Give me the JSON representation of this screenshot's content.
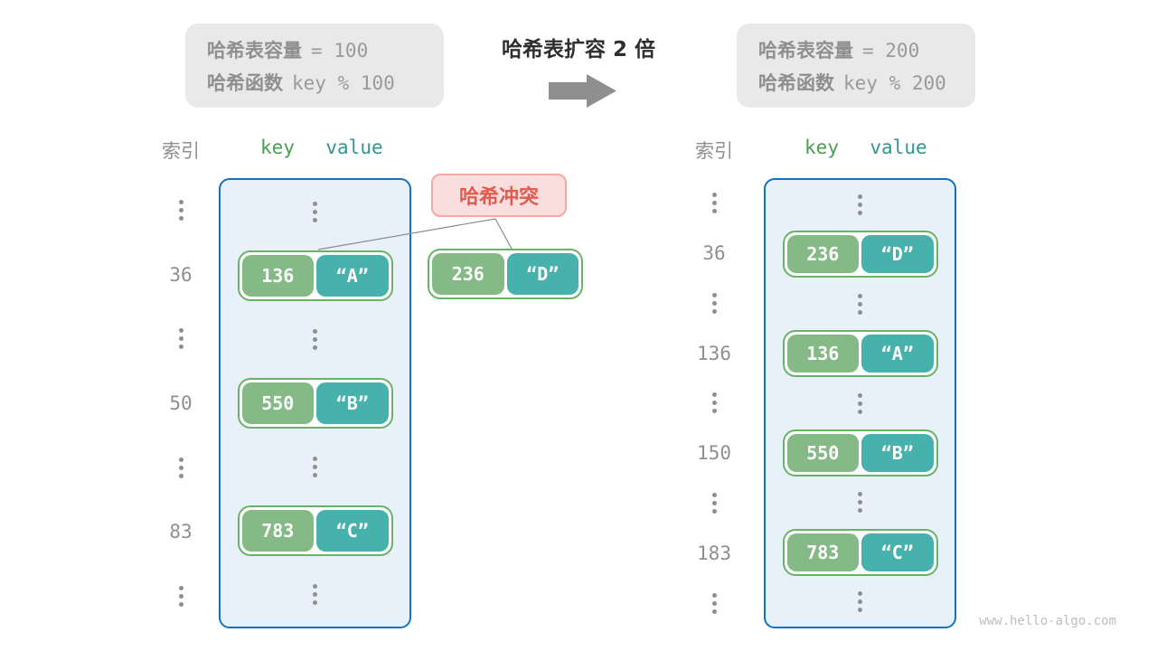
{
  "title": "哈希表扩容 2 倍",
  "info_boxes": {
    "left": {
      "line1_label": "哈希表容量",
      "line1_value": "= 100",
      "line2_label": "哈希函数",
      "line2_value": "key % 100"
    },
    "right": {
      "line1_label": "哈希表容量",
      "line1_value": "= 200",
      "line2_label": "哈希函数",
      "line2_value": "key % 200"
    }
  },
  "collision": {
    "label": "哈希冲突",
    "pair": {
      "key": "236",
      "value": "“D”"
    }
  },
  "tables": {
    "left": {
      "index_header": "索引",
      "key_header": "key",
      "value_header": "value",
      "rows": [
        {
          "type": "dots"
        },
        {
          "type": "pair",
          "index": "36",
          "key": "136",
          "value": "“A”"
        },
        {
          "type": "dots"
        },
        {
          "type": "pair",
          "index": "50",
          "key": "550",
          "value": "“B”"
        },
        {
          "type": "dots"
        },
        {
          "type": "pair",
          "index": "83",
          "key": "783",
          "value": "“C”"
        },
        {
          "type": "dots"
        }
      ]
    },
    "right": {
      "index_header": "索引",
      "key_header": "key",
      "value_header": "value",
      "rows": [
        {
          "type": "dots"
        },
        {
          "type": "pair",
          "index": "36",
          "key": "236",
          "value": "“D”"
        },
        {
          "type": "dots"
        },
        {
          "type": "pair",
          "index": "136",
          "key": "136",
          "value": "“A”"
        },
        {
          "type": "dots"
        },
        {
          "type": "pair",
          "index": "150",
          "key": "550",
          "value": "“B”"
        },
        {
          "type": "dots"
        },
        {
          "type": "pair",
          "index": "183",
          "key": "783",
          "value": "“C”"
        },
        {
          "type": "dots"
        }
      ]
    }
  },
  "watermark": "www.hello-algo.com",
  "colors": {
    "bucket_fill": "#e8f1fa",
    "bucket_border": "#1272c2",
    "key_fill": "#85b985",
    "value_fill": "#47b1ab",
    "pill_border": "#67b465",
    "collision_bg": "#fadedd",
    "collision_border": "#f3aaa5",
    "collision_text": "#e05a50",
    "info_bg": "#e9e9e9",
    "gray_text": "#8f8f8f"
  }
}
